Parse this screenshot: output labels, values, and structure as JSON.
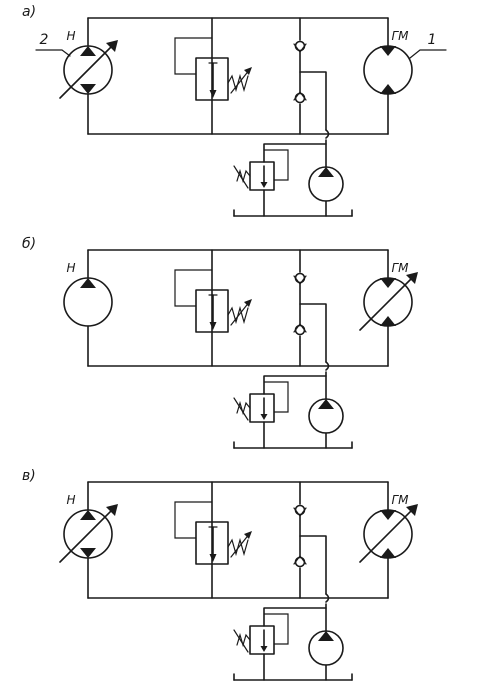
{
  "panels": [
    {
      "letter": "а)",
      "pump_label": "Н",
      "motor_label": "ГМ",
      "pump_callout": "2",
      "motor_callout": "1",
      "pump_variable": true,
      "pump_bidirectional": true,
      "motor_variable": false,
      "motor_bidirectional": true
    },
    {
      "letter": "б)",
      "pump_label": "Н",
      "motor_label": "ГМ",
      "pump_callout": "",
      "motor_callout": "",
      "pump_variable": false,
      "pump_bidirectional": false,
      "motor_variable": true,
      "motor_bidirectional": true
    },
    {
      "letter": "в)",
      "pump_label": "Н",
      "motor_label": "ГМ",
      "pump_callout": "",
      "motor_callout": "",
      "pump_variable": true,
      "pump_bidirectional": true,
      "motor_variable": true,
      "motor_bidirectional": true
    }
  ]
}
